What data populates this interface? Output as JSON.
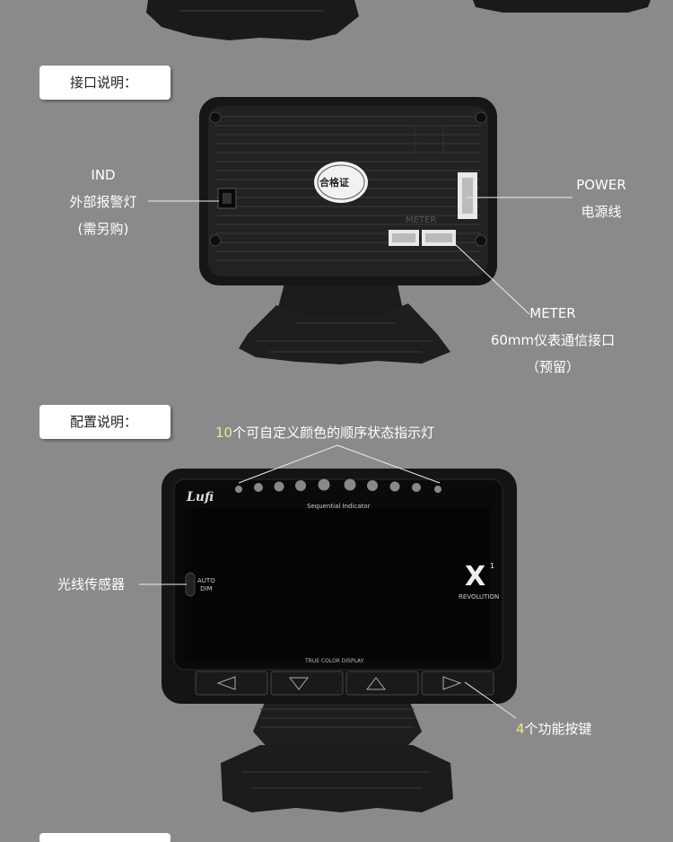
{
  "sections": {
    "interface": {
      "title": "接口说明："
    },
    "config": {
      "title": "配置说明："
    }
  },
  "rear": {
    "ind": {
      "line1": "IND",
      "line2": "外部报警灯",
      "line3": "(需另购)"
    },
    "power": {
      "line1": "POWER",
      "line2": "电源线"
    },
    "meter": {
      "line1": "METER",
      "line2": "60mm仪表通信接口",
      "line3": "（预留）"
    },
    "meter_port_label": "METER",
    "cert_label": "合格证"
  },
  "front": {
    "indicator": {
      "num": "10",
      "text": "个可自定义颜色的顺序状态指示灯"
    },
    "sensor": {
      "text": "光线传感器"
    },
    "buttons": {
      "num": "4",
      "text": "个功能按键"
    },
    "brand": "Lufi",
    "sequential_label": "Sequential Indicator",
    "auto_dim": {
      "l1": "AUTO",
      "l2": "DIM"
    },
    "model": "X",
    "model_sup": "1",
    "revolution": "REVOLUTION",
    "display_label": "TRUE COLOR DISPLAY"
  }
}
